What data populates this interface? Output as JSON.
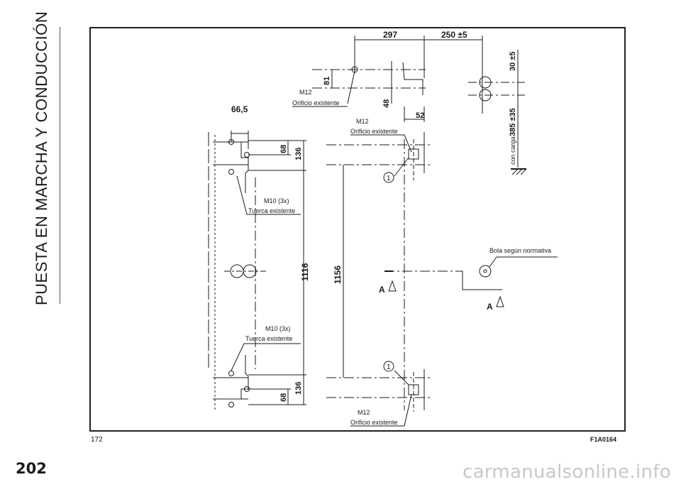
{
  "section_title": "PUESTA EN MARCHA Y CONDUCCIÓN",
  "page_number": "202",
  "figure": {
    "number": "172",
    "code": "F1A0164"
  },
  "watermark": "carmanualsonline.info",
  "dimensions": {
    "d297": "297",
    "d250": "250 ±5",
    "d30": "30 ±5",
    "d385": "385 ±35",
    "con_carga": "con carga",
    "d81": "81",
    "d48": "48",
    "d52": "52",
    "d665": "66,5",
    "d68_top": "68",
    "d136_top": "136",
    "d1116": "1116",
    "d1156": "1156",
    "d68_bottom": "68",
    "d136_bottom": "136"
  },
  "labels": {
    "m12_top": "M12",
    "orificio_top": "Orificio existente",
    "m12_mid": "M12",
    "orificio_mid": "Orificio existente",
    "m10_top": "M10 (3x)",
    "tuerca_top": "Tuerca existente",
    "bola": "Bola según normativa",
    "m10_bottom": "M10 (3x)",
    "tuerca_bottom": "Tuerca existente",
    "m12_bottom": "M12",
    "orificio_bottom": "Orificio existente",
    "section_a_left": "A",
    "section_a_right": "A",
    "callout_top": "1",
    "callout_bottom": "1"
  }
}
